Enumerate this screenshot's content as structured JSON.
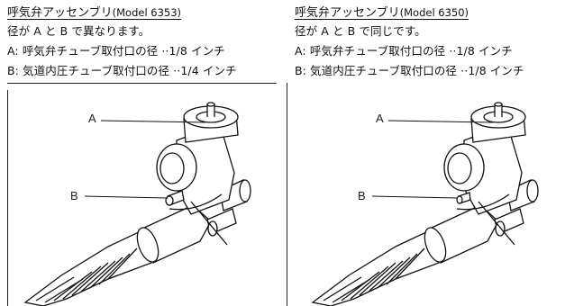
{
  "panels": [
    {
      "title": "呼気弁アッセンブリ",
      "model": "(Model 6353)",
      "desc": "径が A と B で異なります。",
      "a_line": "A: 呼気弁チューブ取付口の径 ··1/8 インチ",
      "b_line": "B: 気道内圧チューブ取付口の径 ··1/4 インチ",
      "label_a": "A",
      "label_b": "B"
    },
    {
      "title": "呼気弁アッセンブリ",
      "model": "(Model 6350)",
      "desc": "径が A と B で同じです。",
      "a_line": "A: 呼気弁チューブ取付口の径 ··1/8 インチ",
      "b_line": "B: 気道内圧チューブ取付口の径 ··1/8 インチ",
      "label_a": "A",
      "label_b": "B"
    }
  ]
}
